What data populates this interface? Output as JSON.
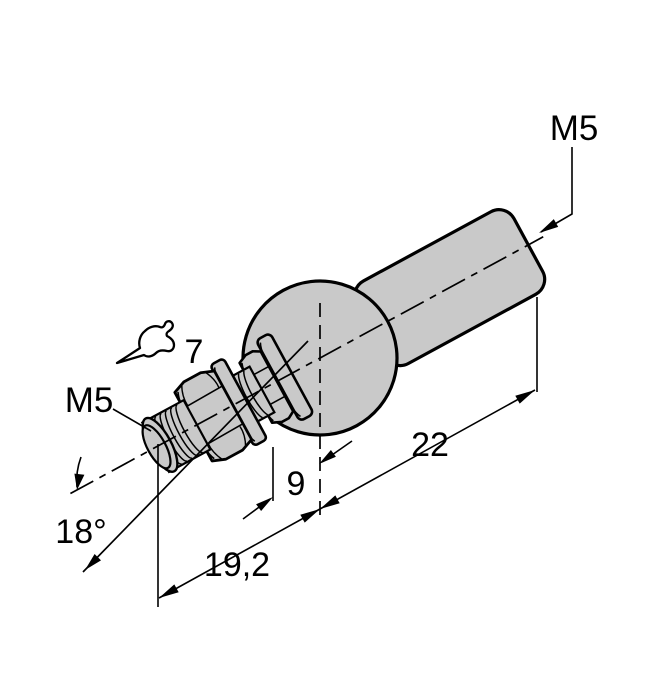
{
  "labels": {
    "rod_thread": "M5",
    "stud_thread": "M5",
    "wrench_size": "7",
    "dim_rod_length": "22",
    "dim_neck": "9",
    "dim_stud_length": "19,2",
    "angle_tilt": "18°"
  },
  "colors": {
    "part_fill": "#c9c9c9",
    "outline": "#000000",
    "background": "#ffffff"
  }
}
